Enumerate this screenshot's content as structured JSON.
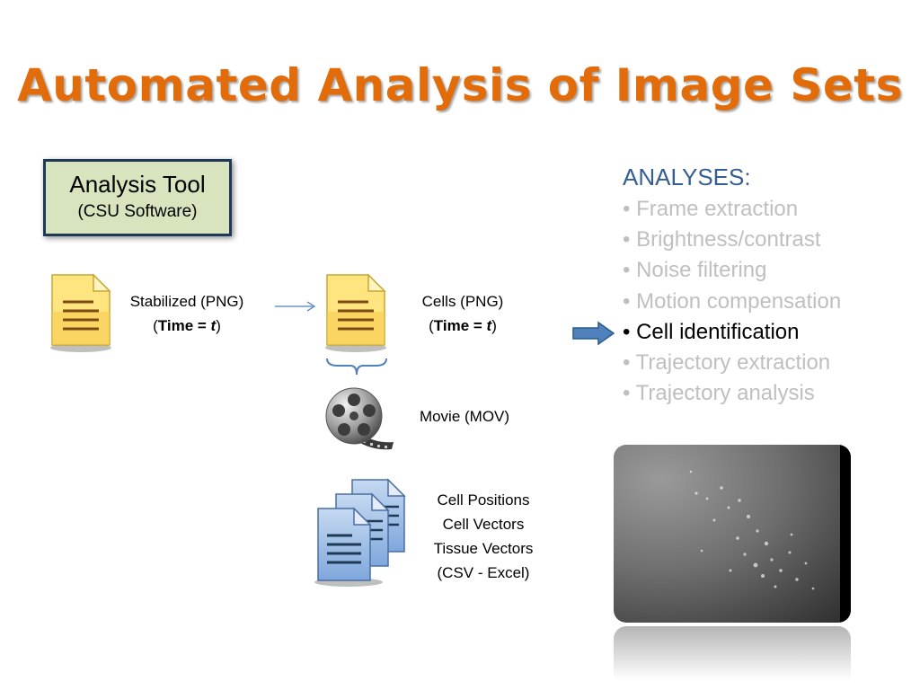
{
  "slide": {
    "title": "Automated Analysis of Image Sets"
  },
  "tool": {
    "name": "Analysis Tool",
    "subtitle": "(CSU Software)"
  },
  "inputs": {
    "stabilized": {
      "line1": "Stabilized (PNG)",
      "open_paren": "(",
      "time_label": "Time = ",
      "time_var": "t",
      "close_paren": ")"
    },
    "cells": {
      "line1": "Cells (PNG)",
      "open_paren": "(",
      "time_label": "Time = ",
      "time_var": "t",
      "close_paren": ")"
    },
    "movie": {
      "label": "Movie (MOV)"
    },
    "csv": {
      "lines": [
        "Cell Positions",
        "Cell Vectors",
        "Tissue Vectors",
        "(CSV - Excel)"
      ]
    }
  },
  "analyses": {
    "heading": "ANALYSES:",
    "items": [
      {
        "label": "• Frame extraction",
        "active": false
      },
      {
        "label": "• Brightness/contrast",
        "active": false
      },
      {
        "label": "• Noise filtering",
        "active": false
      },
      {
        "label": "• Motion compensation",
        "active": false
      },
      {
        "label": "• Cell identification",
        "active": true
      },
      {
        "label": "• Trajectory extraction",
        "active": false
      },
      {
        "label": "• Trajectory analysis",
        "active": false
      }
    ]
  },
  "icons": {
    "document": "document-icon",
    "film_reel": "film-reel-icon",
    "csv_stack": "document-stack-icon",
    "brace": "curly-brace-icon",
    "arrow": "right-arrow-icon"
  },
  "colors": {
    "title": "#e36c0a",
    "tool_fill": "#d7e4bd",
    "tool_border": "#1f3a57",
    "heading": "#365f91",
    "inactive_item": "#bfbfbf",
    "arrow": "#4f81bd"
  }
}
